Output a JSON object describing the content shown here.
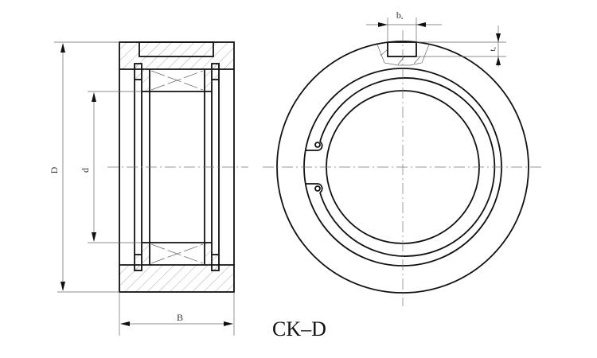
{
  "drawing": {
    "title": "CK–D",
    "labels": {
      "outer_diameter": "D",
      "inner_diameter": "d",
      "width": "B",
      "keyway_width": "b",
      "keyway_width_sub": "a",
      "keyway_depth": "t",
      "keyway_depth_sub": "a"
    },
    "line_color": "#111111"
  }
}
